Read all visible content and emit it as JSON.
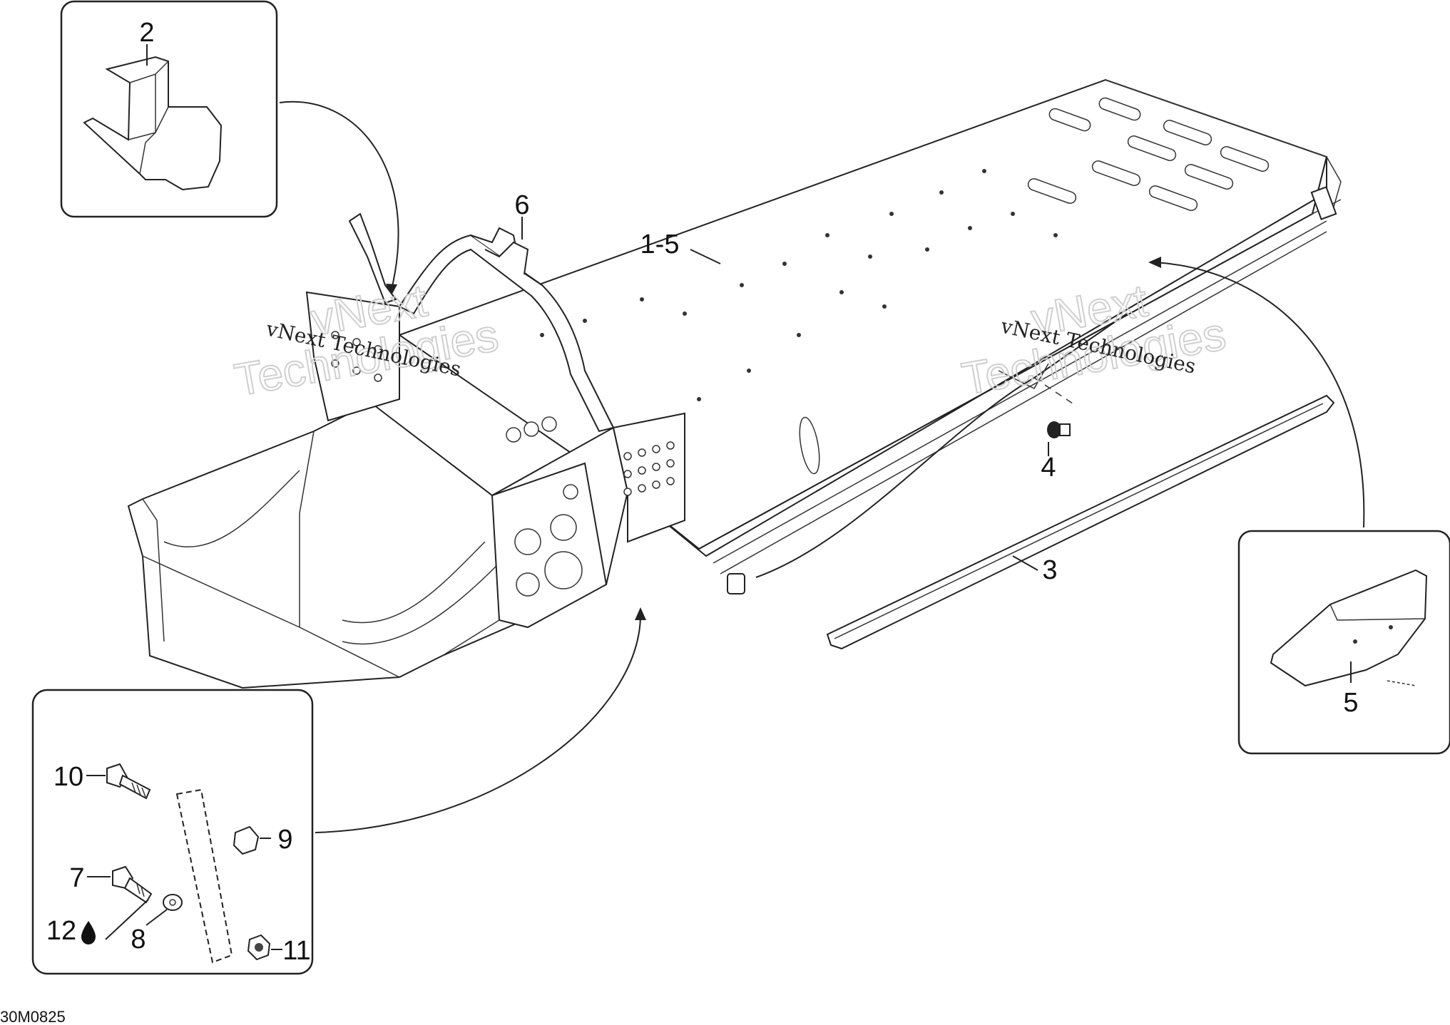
{
  "diagram": {
    "callouts": {
      "c2": "2",
      "c6": "6",
      "c1_5": "1-5",
      "c4": "4",
      "c3": "3",
      "c5": "5",
      "c10": "10",
      "c9": "9",
      "c7": "7",
      "c12": "12",
      "c8": "8",
      "c11": "11"
    },
    "watermarks": {
      "small_text": "vNext Technologies",
      "big_line1": "vNext",
      "big_line2": "Technologies"
    },
    "drawing_code": "30M0825",
    "icons": {
      "c12_symbol": "oil-drop-icon"
    }
  }
}
